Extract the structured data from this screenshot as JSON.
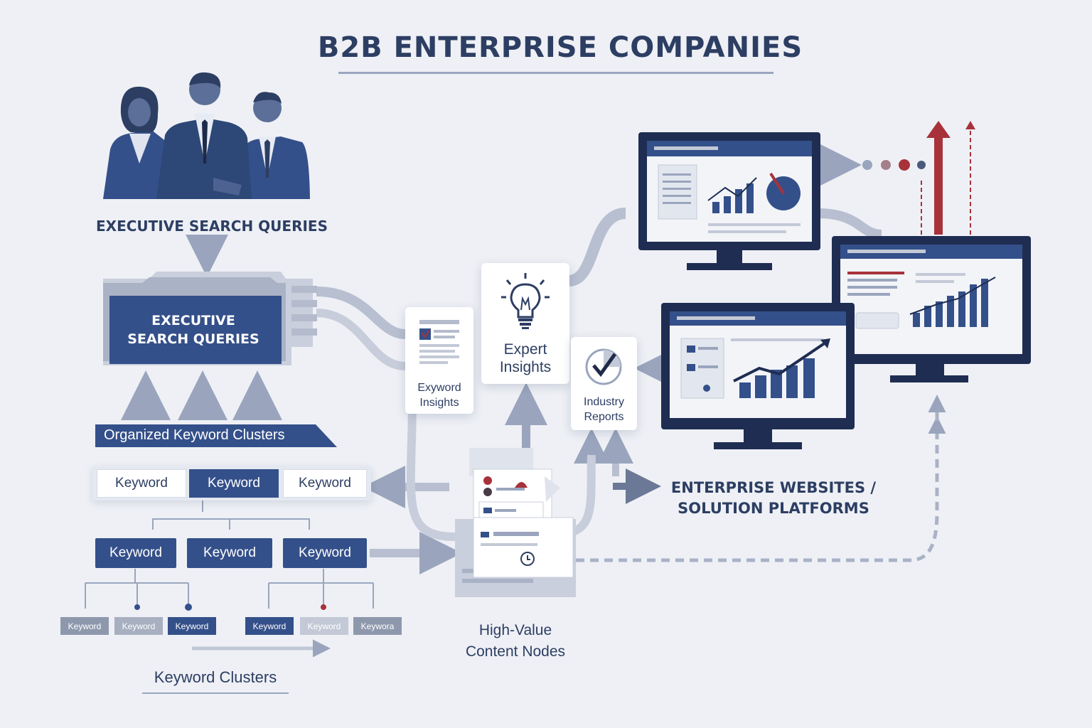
{
  "title": "B2B ENTERPRISE COMPANIES",
  "people_label": "EXECUTIVE SEARCH QUERIES",
  "query_folder_text": [
    "EXECUTIVE",
    "SEARCH QUERIES"
  ],
  "clusters_banner": "Organized Keyword Clusters",
  "row1_keywords": [
    "Keyword",
    "Keyword",
    "Keyword"
  ],
  "row2_keywords": [
    "Keyword",
    "Keyword",
    "Keyword"
  ],
  "row3_keywords": [
    "Keyword",
    "Keyword",
    "Keyword",
    "Keyword",
    "Keyword",
    "Keywora"
  ],
  "keyword_clusters_label": "Keyword Clusters",
  "card_keyword_insights": [
    "Exyword",
    "Insights"
  ],
  "card_expert_insights": [
    "Expert",
    "Insights"
  ],
  "card_industry_reports": [
    "Industry",
    "Reports"
  ],
  "content_nodes_label": [
    "High-Value",
    "Content Nodes"
  ],
  "platforms_label": [
    "ENTERPRISE WEBSITES /",
    "SOLUTION PLATFORMS"
  ],
  "colors": {
    "navy": "#2d3e63",
    "blue": "#34508a",
    "red": "#a8323a",
    "light": "#eef0f5"
  }
}
